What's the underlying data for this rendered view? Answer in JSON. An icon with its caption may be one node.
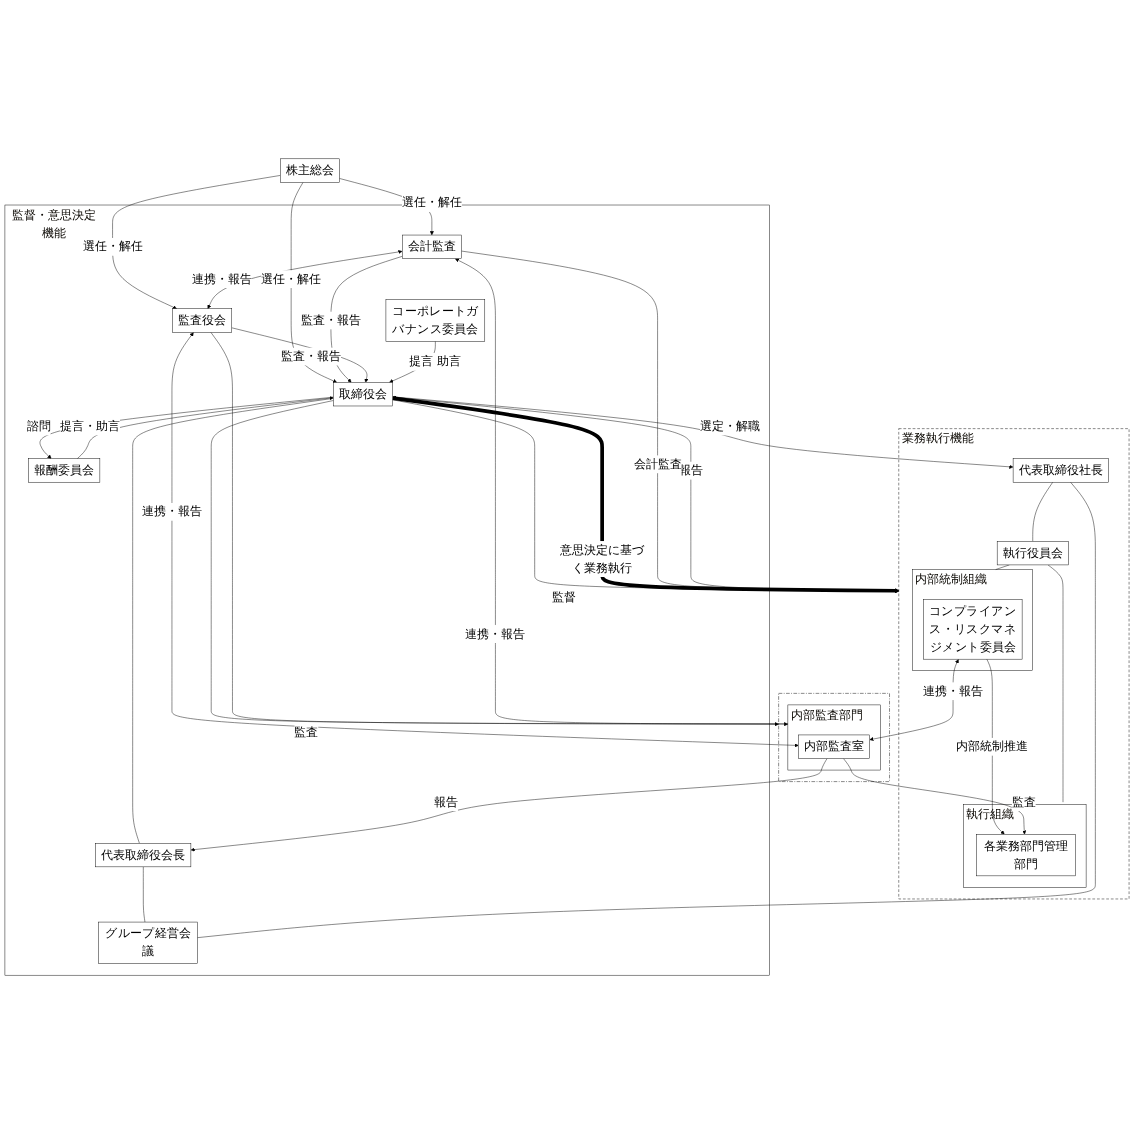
{
  "diagram": {
    "nodes": [
      {
        "text": [
          "株主総会"
        ]
      },
      {
        "text": [
          "監督・意思決定機能"
        ]
      },
      {
        "text": [
          "会計監査"
        ],
        "in": 1
      },
      {
        "text": [
          "取締役会"
        ],
        "in": 1
      },
      {
        "text": [
          "監査役会"
        ],
        "in": 1
      },
      {
        "text": [
          "コーポレートガバナンス委員会"
        ],
        "in": 1
      },
      {
        "text": [
          "報酬委員会"
        ],
        "in": 1
      },
      {
        "text": [
          "代表取締役会長"
        ],
        "in": 1
      },
      {
        "text": [
          "グループ経営会議"
        ],
        "in": 1
      },
      {
        "text": [
          "業務執行機能"
        ]
      },
      {
        "text": [
          "代表取締役社長"
        ],
        "in": 9
      },
      {
        "text": [
          "執行役員会"
        ],
        "in": 9
      },
      {
        "text": [
          "執行組織"
        ],
        "in": 9
      },
      {
        "text": [
          "各業務部門管理部門"
        ],
        "in": 12
      },
      {
        "text": [
          "内部統制組織"
        ],
        "in": 9
      },
      {
        "text": [
          "コンプライアンス・リスクマネジメント委員会"
        ],
        "in": 14
      },
      {
        "text": [],
        "shape": "box"
      },
      {
        "text": [
          "内部監査部門"
        ],
        "in": 16
      },
      {
        "text": [
          "内部監査室"
        ],
        "in": 17
      }
    ],
    "edges": [
      {
        "from": 0,
        "to": 2,
        "arrow": "to",
        "label": "選任・解任"
      },
      {
        "from": 0,
        "to": 3,
        "arrow": "to",
        "label": "選任・解任"
      },
      {
        "from": 0,
        "to": 4,
        "arrow": "to",
        "label": "選任・解任"
      },
      {
        "from": 2,
        "to": 4,
        "arrow": "both",
        "label": "連携・報告"
      },
      {
        "from": 2,
        "to": 3,
        "arrow": "to",
        "label": "監査・報告"
      },
      {
        "from": 4,
        "to": 3,
        "arrow": "to",
        "label": "監査・報告"
      },
      {
        "from": 9,
        "to": 3,
        "arrow": "to",
        "label": "報告"
      },
      {
        "from": 3,
        "to": 9,
        "arrow": "to",
        "label": "監督"
      },
      {
        "from": 3,
        "to": 9,
        "arrow": "to",
        "label": "意思決定に基づく業務執行",
        "style": "thick"
      },
      {
        "from": 3,
        "to": 10,
        "arrow": "to",
        "label": "選定・解職"
      },
      {
        "from": 2,
        "to": 9,
        "arrow": "to",
        "label": "会計監査"
      },
      {
        "from": 5,
        "to": 3,
        "arrow": "to",
        "label": "提言 助言"
      },
      {
        "from": 3,
        "to": 6,
        "arrow": "to",
        "label": "諮問"
      },
      {
        "from": 6,
        "to": 3,
        "arrow": "to",
        "label": "提言・助言"
      },
      {
        "from": 3,
        "to": 7,
        "arrow": "none"
      },
      {
        "from": 7,
        "to": 8,
        "arrow": "none"
      },
      {
        "from": 8,
        "to": 10,
        "arrow": "none"
      },
      {
        "from": 10,
        "to": 11,
        "arrow": "none"
      },
      {
        "from": 11,
        "to": 12,
        "arrow": "none"
      },
      {
        "from": 11,
        "to": 14,
        "arrow": "none"
      },
      {
        "from": 18,
        "to": 7,
        "arrow": "to",
        "label": "報告"
      },
      {
        "from": 3,
        "to": 17,
        "arrow": "none"
      },
      {
        "from": 4,
        "to": 18,
        "arrow": "both",
        "label": "連携・報告"
      },
      {
        "from": 4,
        "to": 16,
        "arrow": "to",
        "label": "監査"
      },
      {
        "from": 15,
        "to": 18,
        "arrow": "both",
        "label": "連携・報告"
      },
      {
        "from": 15,
        "to": 13,
        "arrow": "to",
        "label": "内部統制推進"
      },
      {
        "from": 18,
        "to": 13,
        "arrow": "to",
        "label": "監査"
      },
      {
        "from": 2,
        "to": 17,
        "arrow": "both",
        "label": "連携・報告"
      }
    ]
  }
}
